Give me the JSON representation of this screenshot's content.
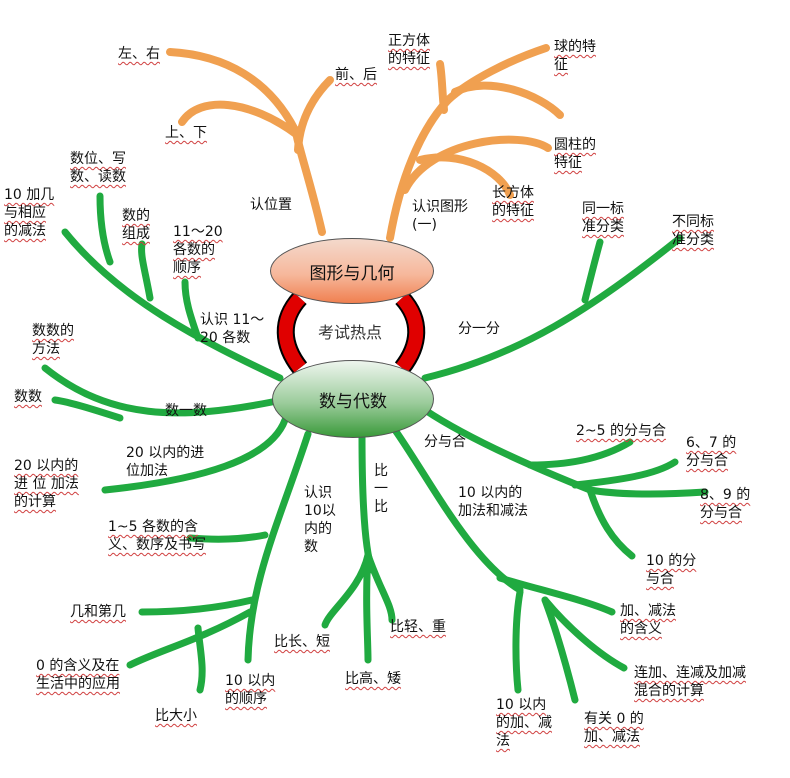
{
  "center": {
    "title": "考试热点",
    "top_node": "图形与几何",
    "bottom_node": "数与代数"
  },
  "colors": {
    "geometry": "#f0a050",
    "algebra": "#20aa40",
    "ring": "#e00000"
  },
  "geometry": {
    "pos_branch": "认位置",
    "left_right": "左、右",
    "front_back": "前、后",
    "up_down": "上、下",
    "shape_branch": "认识图形(一)",
    "cube": "正方体的特征",
    "sphere": "球的特征",
    "cylinder": "圆柱的特征",
    "cuboid": "长方体的特征"
  },
  "algebra": {
    "recognize_11_20": "认识  11～20 各数",
    "digit_rw": "数位、写数、读数",
    "add_sub_10": "10  加几与相应的减法",
    "composition": "数的组成",
    "order_11_20": "11～20 各数的顺序",
    "count_branch": "数一数",
    "count_method": "数数的方法",
    "counting": "数数",
    "carry_add_20": "20 以内的进位加法",
    "carry_calc_20": "20 以内的进 位 加法的计算",
    "recognize_10": "认识10以内的数",
    "meaning_1_5": "1~5 各数的含义、数序及书写",
    "ordinal": "几和第几",
    "zero_meaning": "0 的含义及在生活中的应用",
    "compare_size": "比大小",
    "order_10": "10 以内的顺序",
    "compare_branch": "比一比",
    "long_short": "比长、短",
    "tall_short": "比高、矮",
    "light_heavy": "比轻、重",
    "classify_branch": "分一分",
    "same_standard": "同一标准分类",
    "diff_standard": "不同标准分类",
    "split_combine": "分与合",
    "split_2_5": "2~5 的分与合",
    "split_6_7": "6、7 的分与合",
    "split_8_9": "8、9 的分与合",
    "split_10": "10 的分与合",
    "add_sub_within_10": "10 以内的加法和减法",
    "meaning_add_sub": "加、减法的含义",
    "mixed": "连加、连减及加减混合的计算",
    "zero_add_sub": "有关 0 的加、减法",
    "within_10_add_sub": "10 以内的加、减法"
  }
}
